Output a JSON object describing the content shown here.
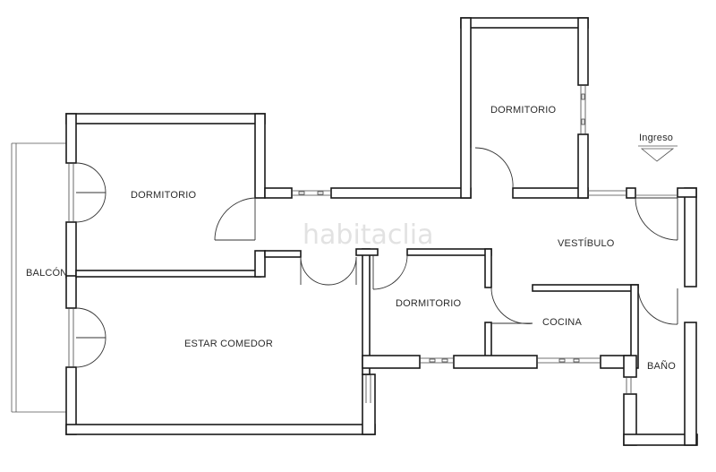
{
  "plan": {
    "rooms": [
      {
        "id": "dormitorio-1",
        "label": "DORMITORIO"
      },
      {
        "id": "dormitorio-2",
        "label": "DORMITORIO"
      },
      {
        "id": "dormitorio-3",
        "label": "DORMITORIO"
      },
      {
        "id": "estar-comedor",
        "label": "ESTAR COMEDOR"
      },
      {
        "id": "balcon",
        "label": "BALCÓN"
      },
      {
        "id": "vestibulo",
        "label": "VESTÍBULO"
      },
      {
        "id": "cocina",
        "label": "COCINA"
      },
      {
        "id": "bano",
        "label": "BAÑO"
      }
    ],
    "entrance_label": "Ingreso",
    "watermark": "habitaclia"
  }
}
